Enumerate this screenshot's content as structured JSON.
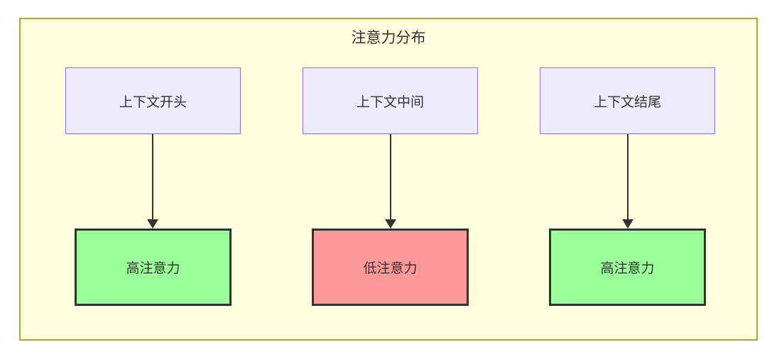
{
  "diagram": {
    "title": "注意力分布",
    "columns": [
      {
        "source": "上下文开头",
        "target": "高注意力",
        "level": "high"
      },
      {
        "source": "上下文中间",
        "target": "低注意力",
        "level": "low"
      },
      {
        "source": "上下文结尾",
        "target": "高注意力",
        "level": "high"
      }
    ],
    "colors": {
      "container_fill": "#ffffde",
      "container_border": "#aaaa33",
      "context_fill": "#ECECFF",
      "context_border": "#9370DB",
      "high_fill": "#99ff99",
      "low_fill": "#ff9999",
      "node_border": "#333333",
      "arrow": "#333333",
      "text": "#333333"
    }
  }
}
